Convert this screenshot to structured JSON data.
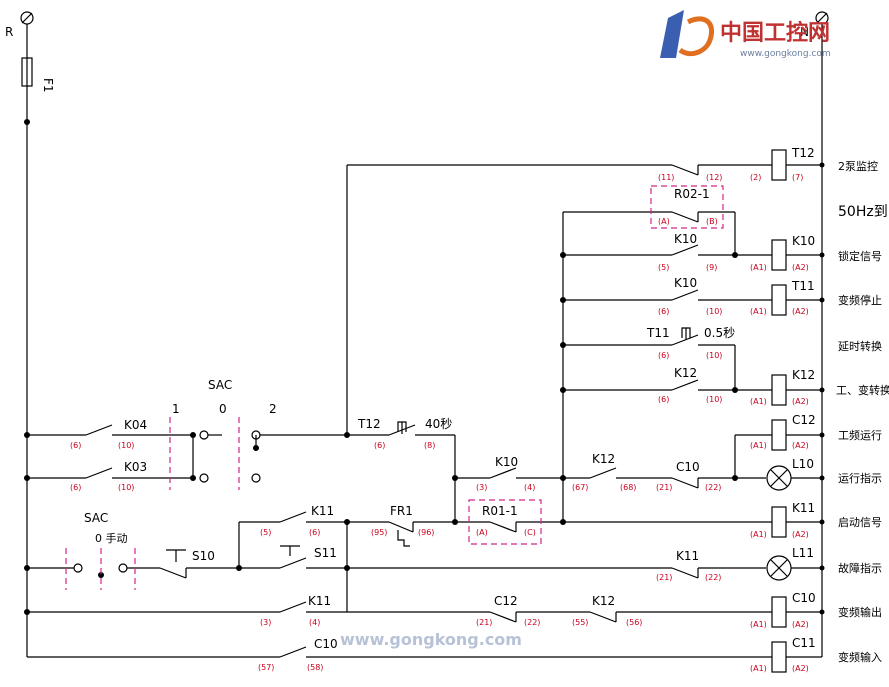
{
  "power": {
    "left_label": "R",
    "right_label": "N",
    "fuse_label": "F1"
  },
  "selector_top": {
    "label": "SAC",
    "pos1": "1",
    "pos0": "0",
    "pos2": "2"
  },
  "selector_bottom": {
    "label": "SAC",
    "pos": "0 手动"
  },
  "components": {
    "k04": "K04",
    "k03": "K03",
    "k11a": "K11",
    "s10": "S10",
    "s11": "S11",
    "k11b": "K11",
    "c10a": "C10",
    "t12": "T12",
    "t12_delay": "40秒",
    "fr1": "FR1",
    "k10a": "K10",
    "r011": "R01-1",
    "k12a": "K12",
    "c10b": "C10",
    "c12": "C12",
    "k12b": "K12",
    "k11c": "K11",
    "r021": "R02-1",
    "k10b": "K10",
    "k10c": "K10",
    "t11": "T11",
    "t11_delay": "0.5秒",
    "k12c": "K12",
    "t12_contact": "T12"
  },
  "pins": {
    "k04_l": "(6)",
    "k04_r": "(10)",
    "k03_l": "(6)",
    "k03_r": "(10)",
    "k11a_l": "(5)",
    "k11a_r": "(6)",
    "t12_l": "(6)",
    "t12_r": "(8)",
    "fr1_l": "(95)",
    "fr1_r": "(96)",
    "k10a_l": "(3)",
    "k10a_r": "(4)",
    "r011_l": "(A)",
    "r011_r": "(C)",
    "k12a_l": "(67)",
    "k12a_r": "(68)",
    "c10b_l": "(21)",
    "c10b_r": "(22)",
    "k11c_l": "(21)",
    "k11c_r": "(22)",
    "k11b_l": "(3)",
    "k11b_r": "(4)",
    "c12_l": "(21)",
    "c12_r": "(22)",
    "k12b_l": "(55)",
    "k12b_r": "(56)",
    "c10a_l": "(57)",
    "c10a_r": "(58)",
    "top_l": "(11)",
    "top_r": "(12)",
    "r021_l": "(A)",
    "r021_r": "(B)",
    "k10b_l": "(5)",
    "k10b_r": "(9)",
    "k10c_l": "(6)",
    "k10c_r": "(10)",
    "t11_l": "(6)",
    "t11_r": "(10)",
    "k12c_l": "(6)",
    "k12c_r": "(10)"
  },
  "coils": [
    {
      "label": "T12",
      "pin_l": "(2)",
      "pin_r": "(7)",
      "desc": "2泵监控"
    },
    {
      "label": "K10",
      "pin_l": "(A1)",
      "pin_r": "(A2)",
      "desc": "锁定信号"
    },
    {
      "label": "T11",
      "pin_l": "(A1)",
      "pin_r": "(A2)",
      "desc": "变频停止"
    },
    {
      "label": "K12",
      "pin_l": "(A1)",
      "pin_r": "(A2)",
      "desc": "工、变转换"
    },
    {
      "label": "C12",
      "pin_l": "(A1)",
      "pin_r": "(A2)",
      "desc": "工频运行"
    },
    {
      "label": "L10",
      "pin_l": "",
      "pin_r": "",
      "desc": "运行指示"
    },
    {
      "label": "K11",
      "pin_l": "(A1)",
      "pin_r": "(A2)",
      "desc": "启动信号"
    },
    {
      "label": "L11",
      "pin_l": "",
      "pin_r": "",
      "desc": "故障指示"
    },
    {
      "label": "C10",
      "pin_l": "(A1)",
      "pin_r": "(A2)",
      "desc": "变频输出"
    },
    {
      "label": "C11",
      "pin_l": "(A1)",
      "pin_r": "(A2)",
      "desc": "变频输入"
    }
  ],
  "side_notes": {
    "hz": "50Hz到",
    "timer": "延时转换"
  },
  "watermark": {
    "site": "www.gongkong.com",
    "logo_cn": "中国工控网",
    "logo_en": "www.gongkong.com"
  }
}
